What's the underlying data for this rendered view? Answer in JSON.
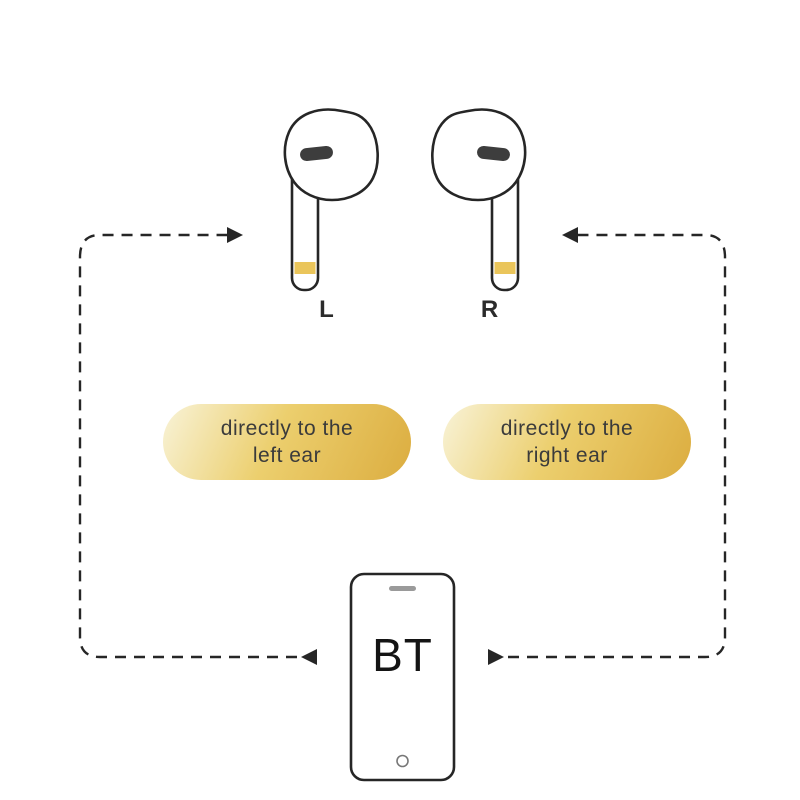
{
  "diagram": {
    "left_earbud_label": "L",
    "right_earbud_label": "R",
    "left_pill": {
      "line1": "directly to the",
      "line2": "left ear"
    },
    "right_pill": {
      "line1": "directly to the",
      "line2": "right ear"
    },
    "phone_label": "BT",
    "colors": {
      "gold_light": "#f7efcc",
      "gold_mid": "#eccf6e",
      "gold_dark": "#ddb044",
      "line": "#262626",
      "grille": "#3d3d3d",
      "stem_band": "#eac55b",
      "text": "#3b3b3b"
    }
  }
}
